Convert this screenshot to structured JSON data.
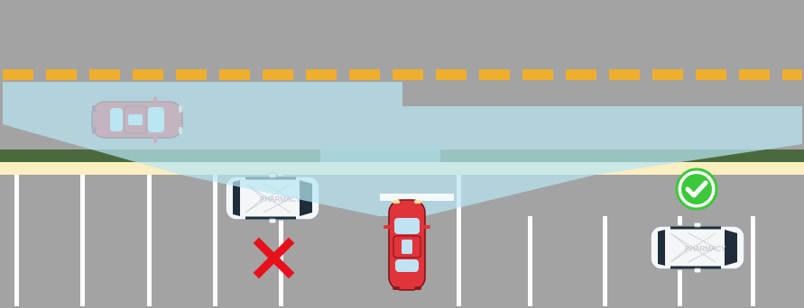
{
  "scene": {
    "description_label": "",
    "colors": {
      "road": "#a3a3a3",
      "lane_dash": "#f0ae2e",
      "grass": "#4a6a3e",
      "sidewalk": "#fbeec0",
      "parking_line": "#ffffff",
      "sensor_cone": "#b8e6f2",
      "fail_mark": "#e8101a",
      "ok_mark": "#3cc83a",
      "red_car": "#e0343a",
      "white_car": "#f2f4f6"
    },
    "icons": {
      "fail": "x-mark-icon",
      "ok": "check-mark-icon"
    },
    "vehicles": [
      {
        "name": "moving-car",
        "color": "red",
        "state": "ghosted-in-cone"
      },
      {
        "name": "own-car",
        "color": "red",
        "state": "reversing"
      },
      {
        "name": "parked-van-left",
        "color": "white",
        "state": "reversing-blocked"
      },
      {
        "name": "parked-van-right",
        "color": "white",
        "state": "reversing-clear"
      }
    ]
  }
}
